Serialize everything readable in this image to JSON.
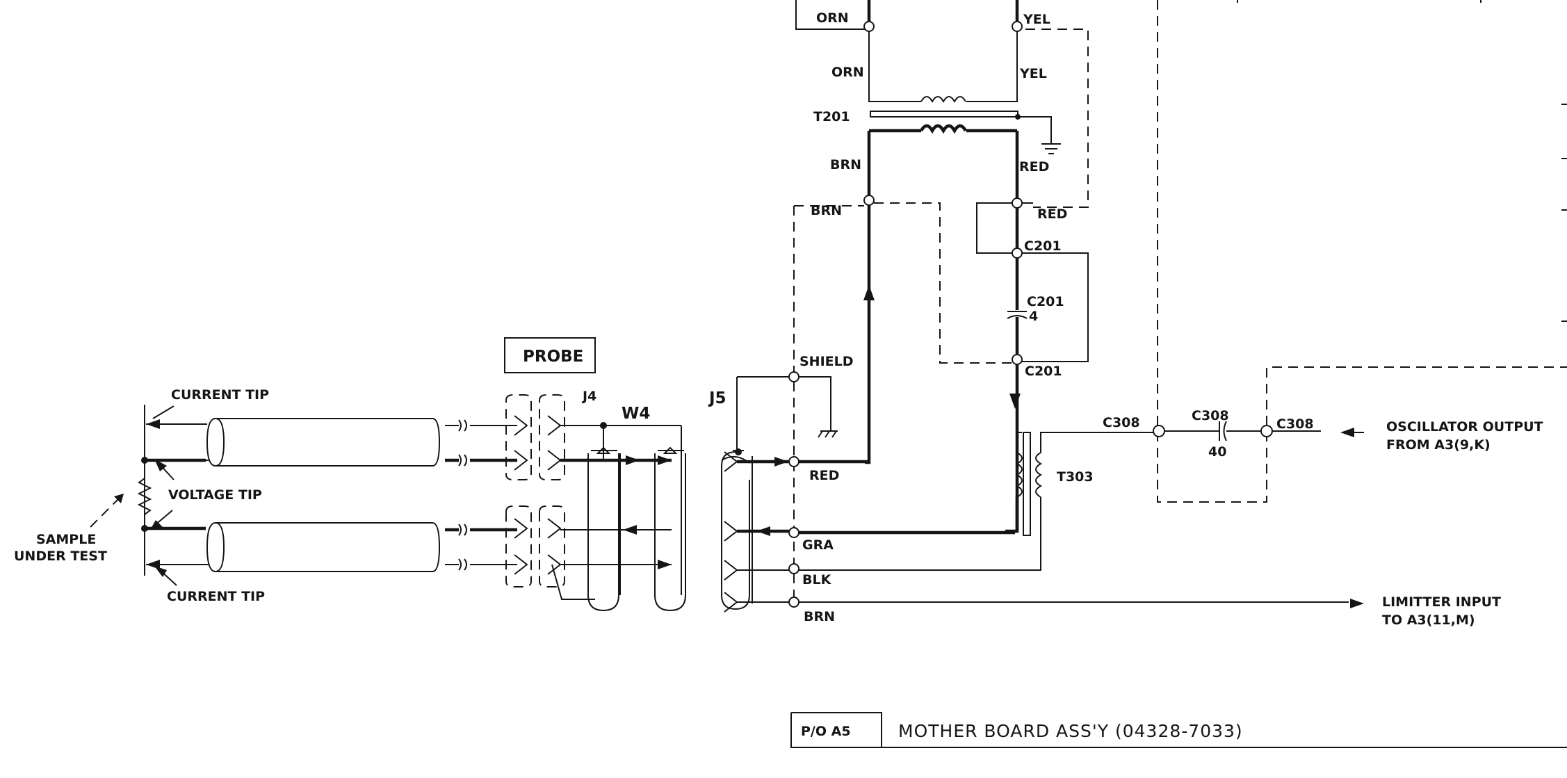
{
  "labels": {
    "orn_top": "ORN",
    "yel_top": "YEL",
    "orn_2": "ORN",
    "yel_2": "YEL",
    "t201": "T201",
    "brn_1": "BRN",
    "red_1": "RED",
    "brn_2": "BRN",
    "red_2": "RED",
    "c201_a": "C201",
    "c201_b": "C201",
    "c201_b_value": "4",
    "c201_c": "C201",
    "shield": "SHIELD",
    "probe": "PROBE",
    "j4": "J4",
    "w4": "W4",
    "j5": "J5",
    "red_j5": "RED",
    "gra": "GRA",
    "blk": "BLK",
    "brn_j5": "BRN",
    "t303": "T303",
    "c308_left": "C308",
    "c308_mid": "C308",
    "c308_value": "40",
    "c308_right": "C308",
    "osc_line1": "OSCILLATOR OUTPUT",
    "osc_line2": "FROM A3(9,K)",
    "lim_line1": "LIMITTER INPUT",
    "lim_line2": "TO A3(11,M)",
    "current_tip_top": "CURRENT TIP",
    "voltage_tip": "VOLTAGE TIP",
    "current_tip_bottom": "CURRENT TIP",
    "sample_line1": "SAMPLE",
    "sample_line2": "UNDER TEST",
    "board_ref": "P/O A5",
    "board_title": "MOTHER BOARD ASS'Y (04328-7033)"
  }
}
